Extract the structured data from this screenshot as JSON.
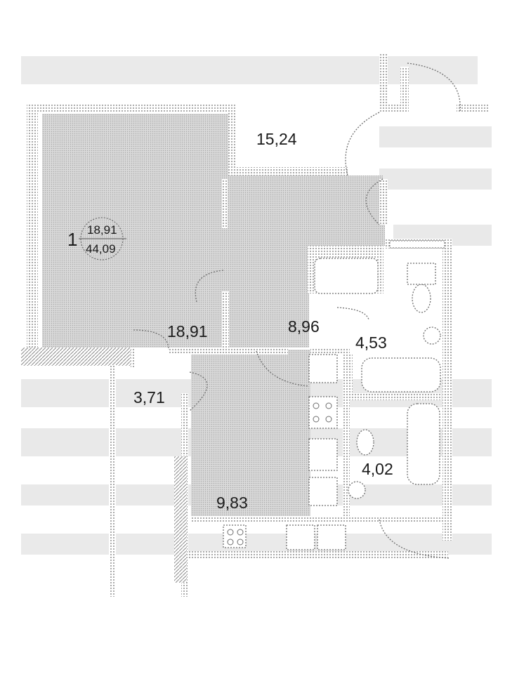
{
  "apartment": {
    "number": "1",
    "living_area": "18,91",
    "total_area": "44,09"
  },
  "rooms": [
    {
      "id": "corridor",
      "area": "15,24"
    },
    {
      "id": "living",
      "area": "18,91"
    },
    {
      "id": "hall",
      "area": "8,96"
    },
    {
      "id": "bathroom-large",
      "area": "4,53"
    },
    {
      "id": "closet",
      "area": "3,71"
    },
    {
      "id": "kitchen",
      "area": "9,83"
    },
    {
      "id": "bathroom-small",
      "area": "4,02"
    }
  ],
  "colors": {
    "wall_dots": "#6e6e6e",
    "room_fill": "#d4d4d4",
    "text": "#1a1a1a"
  }
}
